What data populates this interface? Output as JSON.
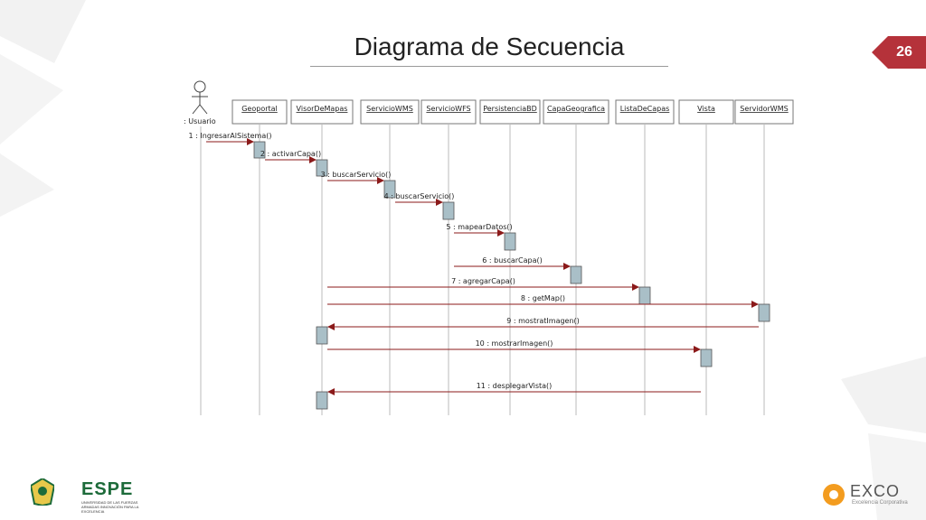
{
  "slide": {
    "title": "Diagrama de Secuencia",
    "page_number": "26",
    "accent_color": "#b5323a"
  },
  "diagram": {
    "actor": ": Usuario",
    "lifelines": [
      "Geoportal",
      "VisorDeMapas",
      "ServicioWMS",
      "ServicioWFS",
      "PersistenciaBD",
      "CapaGeografica",
      "ListaDeCapas",
      "Vista",
      "ServidorWMS"
    ],
    "messages": [
      {
        "label": "1 : IngresarAlSistema()",
        "from": "Usuario",
        "to": "Geoportal"
      },
      {
        "label": "2 : activarCapa()",
        "from": "Geoportal",
        "to": "VisorDeMapas"
      },
      {
        "label": "3 : buscarServicio()",
        "from": "VisorDeMapas",
        "to": "ServicioWMS"
      },
      {
        "label": "4 : buscarServicio()",
        "from": "ServicioWMS",
        "to": "ServicioWFS"
      },
      {
        "label": "5 : mapearDatos()",
        "from": "ServicioWFS",
        "to": "PersistenciaBD"
      },
      {
        "label": "6 : buscarCapa()",
        "from": "ServicioWFS",
        "to": "CapaGeografica"
      },
      {
        "label": "7 : agregarCapa()",
        "from": "VisorDeMapas",
        "to": "ListaDeCapas"
      },
      {
        "label": "8 : getMap()",
        "from": "VisorDeMapas",
        "to": "ServidorWMS"
      },
      {
        "label": "9 : mostratImagen()",
        "from": "ServidorWMS",
        "to": "VisorDeMapas"
      },
      {
        "label": "10 : mostrarImagen()",
        "from": "VisorDeMapas",
        "to": "Vista"
      },
      {
        "label": "11 : desplegarVista()",
        "from": "Vista",
        "to": "VisorDeMapas"
      }
    ]
  },
  "logos": {
    "espe": {
      "name": "ESPE",
      "subtitle": "UNIVERSIDAD DE LAS FUERZAS ARMADAS INNOVACIÓN PARA LA EXCELENCIA"
    },
    "exco": {
      "name": "EXCO",
      "subtitle": "Excelencia Corporativa"
    }
  }
}
